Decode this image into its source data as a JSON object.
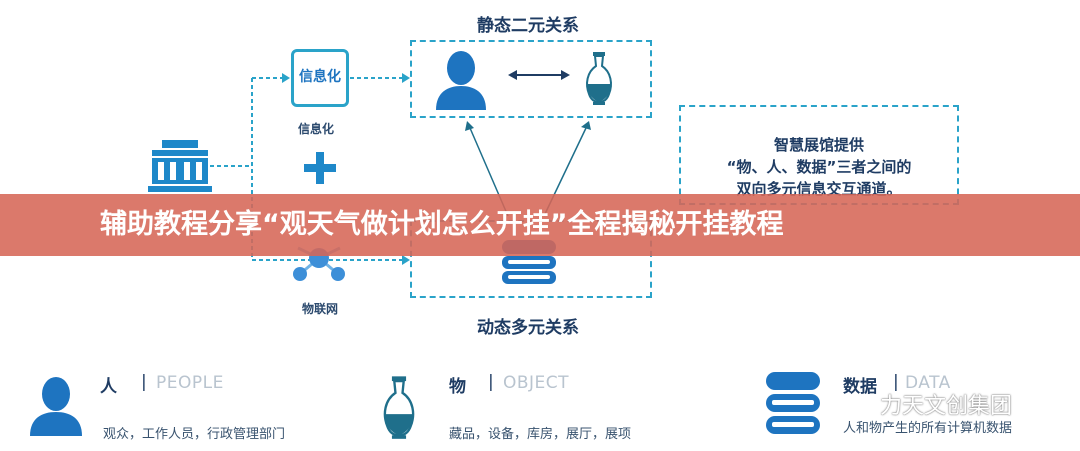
{
  "diagram": {
    "static_title": "静态二元关系",
    "dynamic_title": "动态多元关系",
    "informatization_box_label": "信息化",
    "informatization_caption": "信息化",
    "iot_caption": "物联网",
    "plus_symbol": "+",
    "note_lines": [
      "智慧展馆提供",
      "“物、人、数据”三者之间的",
      "双向多元信息交互通道。"
    ]
  },
  "banner": {
    "text": "辅助教程分享“观天气做计划怎么开挂”全程揭秘开挂教程"
  },
  "legend": [
    {
      "label": "人",
      "sep": "|",
      "en": "PEOPLE",
      "desc": "观众，工作人员，行政管理部门",
      "icon": "person-icon"
    },
    {
      "label": "物",
      "sep": "|",
      "en": "OBJECT",
      "desc": "藏品，设备，库房，展厅，展项",
      "icon": "vase-icon"
    },
    {
      "label": "数据",
      "sep": "|",
      "en": "DATA",
      "desc": "人和物产生的所有计算机数据",
      "icon": "database-icon"
    }
  ],
  "watermark": {
    "text": "力天文创集团"
  },
  "colors": {
    "accent_blue": "#1e88c9",
    "dash": "#2aa3c9",
    "navy": "#1f3c63",
    "banner": "#d66757"
  }
}
